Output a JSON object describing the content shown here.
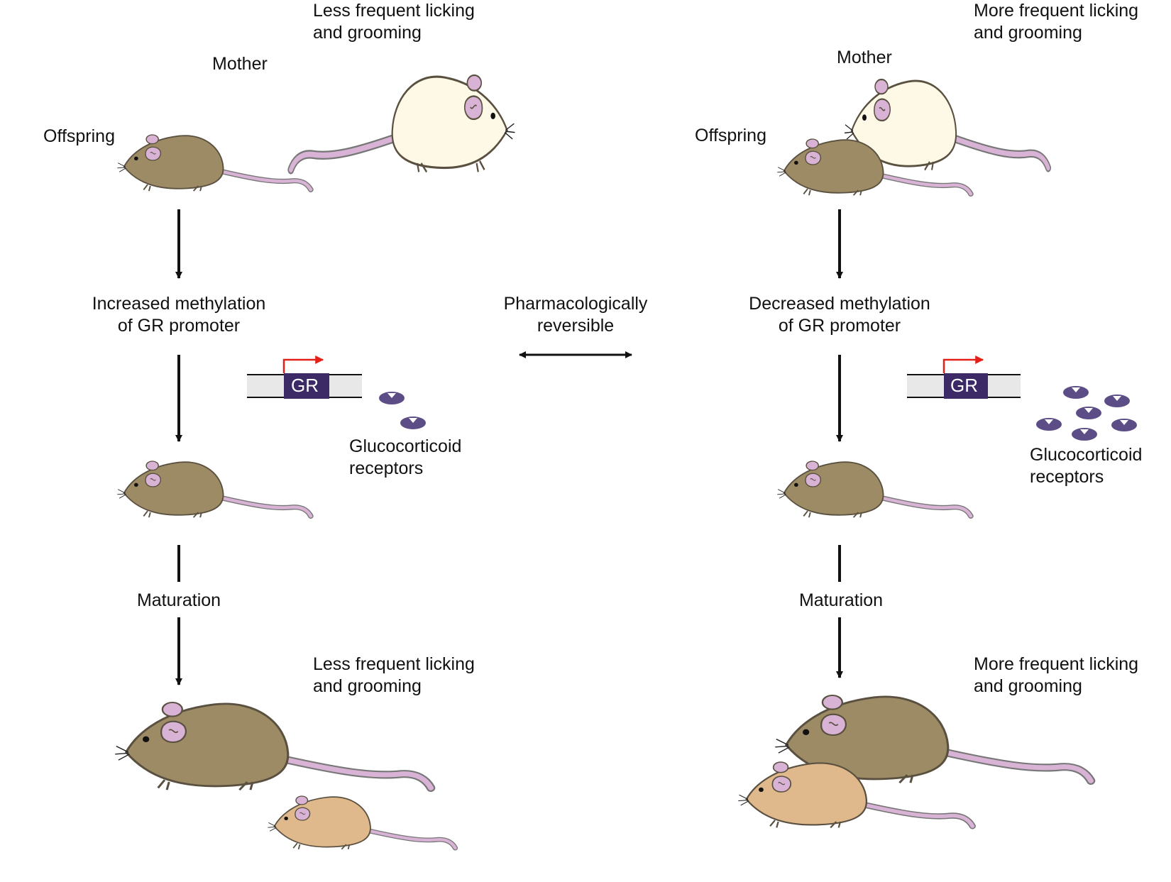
{
  "left": {
    "top_behavior": "Less frequent licking\nand grooming",
    "mother_label": "Mother",
    "offspring_label": "Offspring",
    "methylation": "Increased methylation\nof GR promoter",
    "gene_label": "GR",
    "receptors_label": "Glucocorticoid\nreceptors",
    "maturation": "Maturation",
    "bottom_behavior": "Less frequent licking\nand grooming",
    "receptor_count": 2
  },
  "right": {
    "top_behavior": "More frequent licking\nand grooming",
    "mother_label": "Mother",
    "offspring_label": "Offspring",
    "methylation": "Decreased methylation\nof GR promoter",
    "gene_label": "GR",
    "receptors_label": "Glucocorticoid\nreceptors",
    "maturation": "Maturation",
    "bottom_behavior": "More frequent licking\nand grooming",
    "receptor_count": 6
  },
  "center": {
    "reversible": "Pharmacologically\nreversible"
  },
  "colors": {
    "brown_mouse": "#9c8b65",
    "light_mouse": "#dfb98c",
    "white_mouse": "#fdf9e6",
    "ear_tail": "#d9b3d6",
    "gene_box": "#3b2a66",
    "receptor": "#5c4d86",
    "promoter_arrow": "#e32119"
  }
}
